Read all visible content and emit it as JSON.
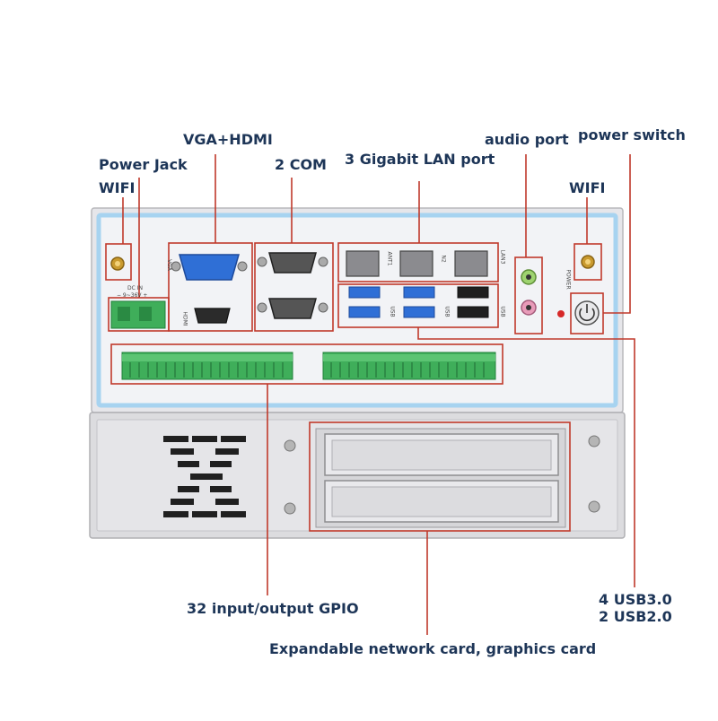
{
  "labels": {
    "vga_hdmi": "VGA+HDMI",
    "power_jack": "Power Jack",
    "wifi_left": "WIFI",
    "com": "2 COM",
    "lan": "3 Gigabit LAN port",
    "audio": "audio port",
    "power_switch": "power switch",
    "wifi_right": "WIFI",
    "gpio": "32 input/output GPIO",
    "usb_line1": "4 USB3.0",
    "usb_line2": "2 USB2.0",
    "expand": "Expandable network card, graphics card"
  },
  "panel_text": {
    "vga": "VGA",
    "hdmi": "HDMI",
    "ant1": "ANT1",
    "ant2": "N2",
    "lan3": "LAN3",
    "usb1": "USB",
    "usb2": "USB",
    "usb3": "USB",
    "dc_in": "DC IN",
    "voltage": "− 9~36V +",
    "power": "POWER"
  },
  "colors": {
    "label": "#1d3557",
    "callout_line": "#c0392b",
    "chassis": "#e9e9ec",
    "panel_border": "#a7d3f0",
    "terminal_green": "#3fae5a",
    "usb_blue": "#2f6fd6"
  }
}
